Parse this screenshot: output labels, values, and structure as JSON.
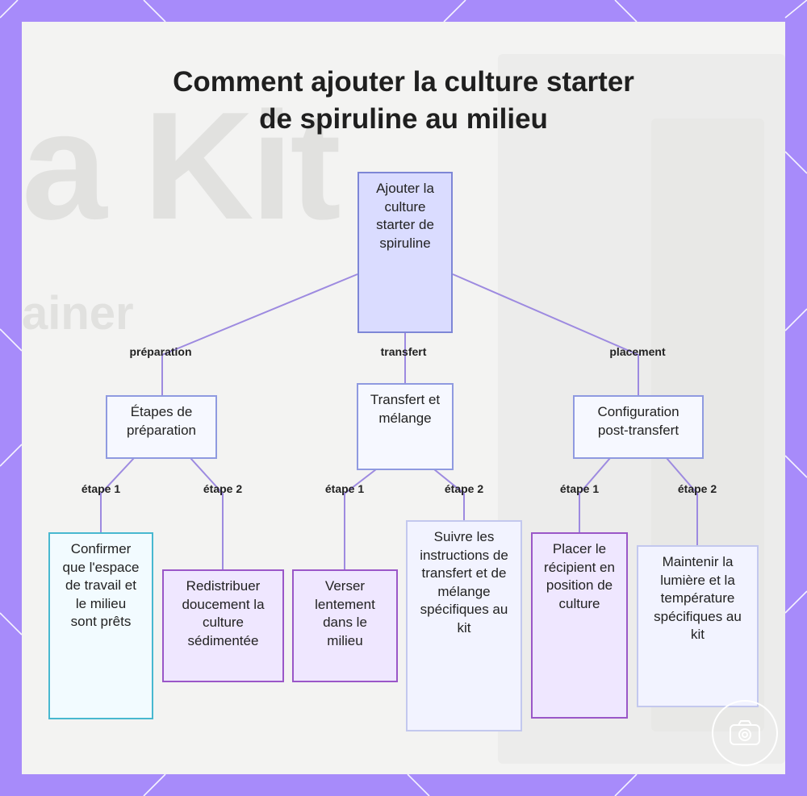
{
  "title_line1": "Comment ajouter la culture starter",
  "title_line2": "de spiruline au milieu",
  "root": "Ajouter la culture starter de spiruline",
  "branches": [
    {
      "edge_label": "préparation",
      "node": "Étapes de préparation",
      "children": [
        {
          "edge_label": "étape 1",
          "node": "Confirmer que l'espace de travail et le milieu sont prêts"
        },
        {
          "edge_label": "étape 2",
          "node": "Redistribuer doucement la culture sédimentée"
        }
      ]
    },
    {
      "edge_label": "transfert",
      "node": "Transfert et mélange",
      "children": [
        {
          "edge_label": "étape 1",
          "node": "Verser lentement dans le milieu"
        },
        {
          "edge_label": "étape 2",
          "node": "Suivre les instructions de transfert et de mélange spécifiques au kit"
        }
      ]
    },
    {
      "edge_label": "placement",
      "node": "Configuration post-transfert",
      "children": [
        {
          "edge_label": "étape 1",
          "node": "Placer le récipient en position de culture"
        },
        {
          "edge_label": "étape 2",
          "node": "Maintenir la lumière et la température spécifiques au kit"
        }
      ]
    }
  ],
  "colors": {
    "frame": "#a78bfa",
    "connector": "#9d8ae0",
    "root_fill": "#dadcff",
    "cyan_border": "#48b8d0",
    "purple_border": "#9a57c8"
  },
  "watermark_icon": "camera-logo-icon"
}
